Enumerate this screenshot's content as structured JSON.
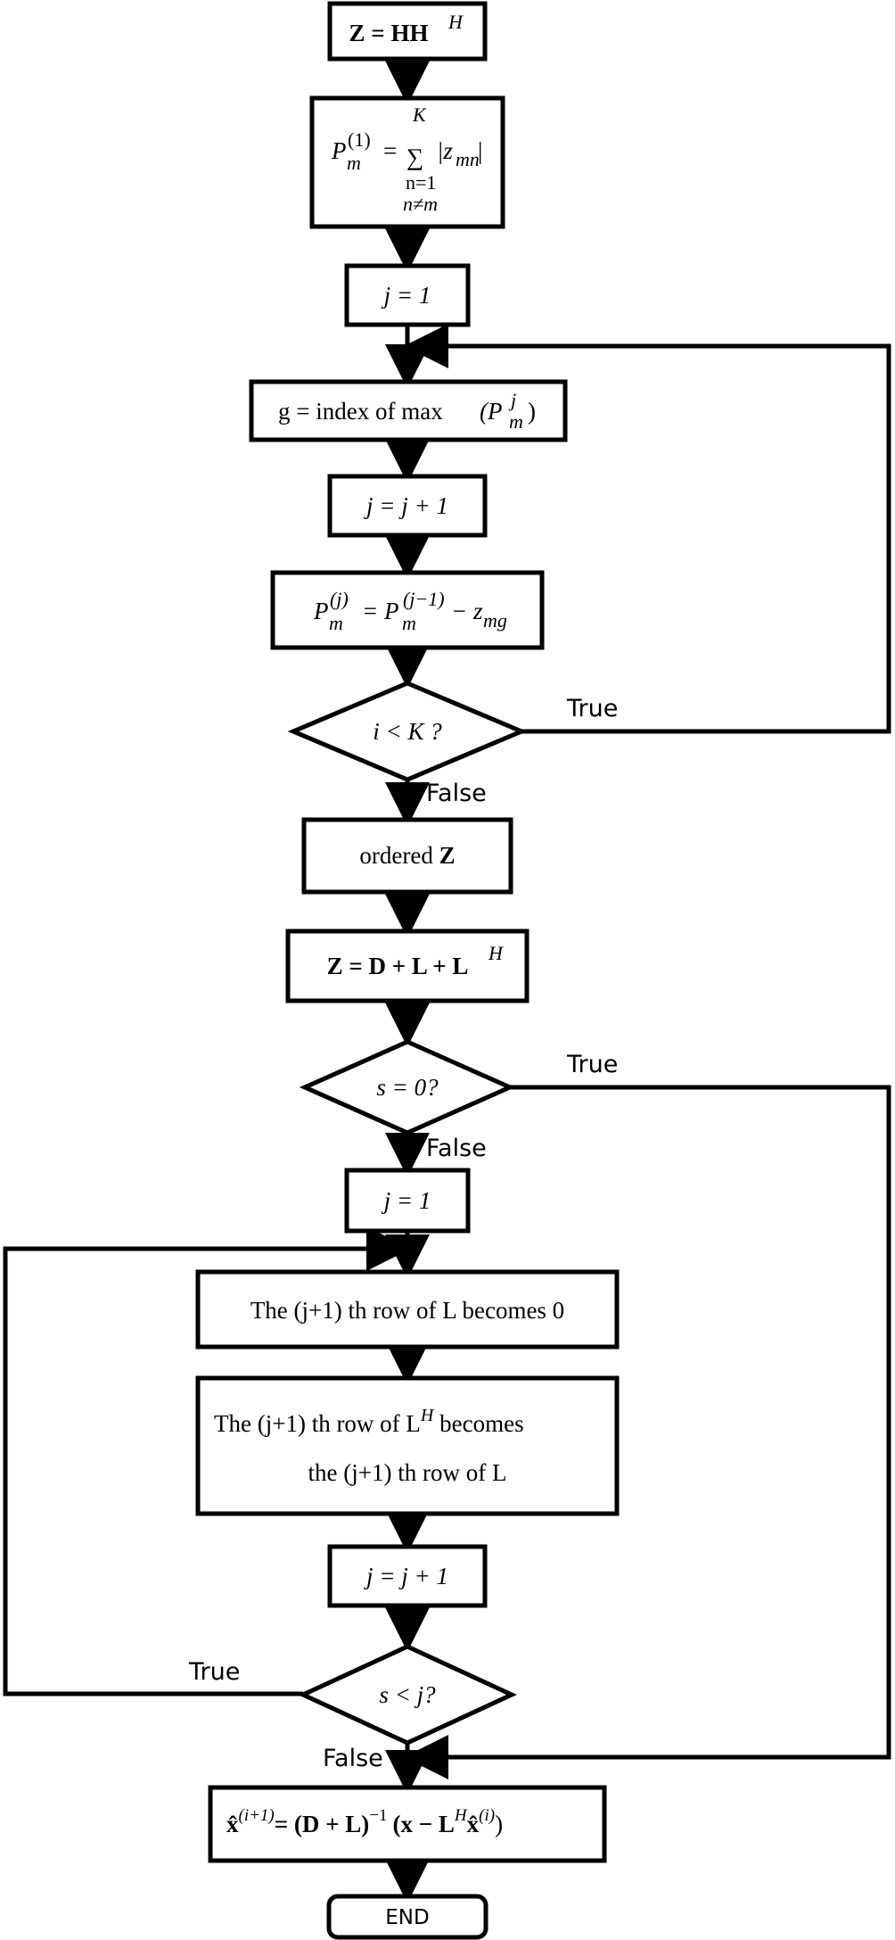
{
  "nodes": {
    "z_hh": "Z = HH",
    "z_hh_sup": "H",
    "p1_main": "P",
    "p1_sub": "m",
    "p1_sup": "(1)",
    "p1_eq": "=",
    "p1_sigma": "∑",
    "p1_sigma_top": "K",
    "p1_sigma_bottom": "n=1",
    "p1_sigma_cond": "n≠m",
    "p1_term": "|z",
    "p1_term_sub": "mn",
    "p1_term_end": "|",
    "j_init_1": "j = 1",
    "g_index": "g = index of max",
    "g_index_arg": "(P",
    "g_index_arg_sub": "m",
    "g_index_arg_sup": "j",
    "g_index_arg_end": ")",
    "j_inc_1": "j = j + 1",
    "pj_update": "P",
    "pj_update_sub": "m",
    "pj_update_sup": "(j)",
    "pj_update_rhs": "= P",
    "pj_update_rhs_sub": "m",
    "pj_update_rhs_sup": "(j−1)",
    "pj_update_minus": "− z",
    "pj_update_minus_sub": "mg",
    "dec_i_lt_k": "i < K ?",
    "ordered_z_text": "ordered ",
    "ordered_z_bold": "Z",
    "z_dll": "Z = D + L + L",
    "z_dll_sup": "H",
    "dec_s_eq_0": "s = 0?",
    "j_init_2": "j = 1",
    "row_l_zero": "The (j+1) th row of L becomes 0",
    "row_lh_line1": "The (j+1) th row of L",
    "row_lh_line1_sup": "H",
    "row_lh_line1_end": " becomes",
    "row_lh_line2": "the (j+1) th row of L",
    "j_inc_2": "j = j + 1",
    "dec_s_lt_j": "s < j?",
    "x_update": "x̂",
    "x_update_sup": "(i+1)",
    "x_update_rhs": "= (D + L)",
    "x_update_rhs_sup": "−1",
    "x_update_paren": "(x − L",
    "x_update_paren_sup": "H",
    "x_update_xhat": "x̂",
    "x_update_xhat_sup": "(i)",
    "x_update_close": ")",
    "end": "END"
  },
  "edge_labels": {
    "true_1": "True",
    "false_1": "False",
    "true_2": "True",
    "false_2": "False",
    "true_3": "True",
    "false_3": "False"
  }
}
